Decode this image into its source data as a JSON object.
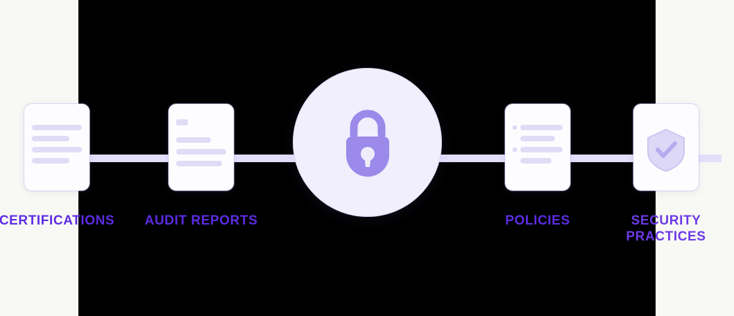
{
  "graphic": {
    "type": "trust-center-flow-diagram",
    "background_color": "#000000",
    "panel_color": "#f8f8f4",
    "accent_color": "#5c2ce4",
    "connector_color": "#e3dffa",
    "card_color": "#fdfdff",
    "line_color": "#e0dcf6",
    "hub_fill": "#f1effc",
    "hub_border": "#ded8f7",
    "lock_color": "#9b8aea"
  },
  "nodes": [
    {
      "id": "certifications",
      "icon": "document-lines-icon",
      "label": "CERTIFICATIONS"
    },
    {
      "id": "audit-reports",
      "icon": "document-report-icon",
      "label": "AUDIT REPORTS"
    },
    {
      "id": "hub",
      "icon": "padlock-icon",
      "label": ""
    },
    {
      "id": "policies",
      "icon": "document-checklist-icon",
      "label": "POLICIES"
    },
    {
      "id": "security-practices",
      "icon": "document-shield-check-icon",
      "label": "SECURITY\nPRACTICES"
    }
  ],
  "connectors": [
    {
      "from": "panel-left",
      "to": "certifications"
    },
    {
      "from": "certifications",
      "to": "audit-reports"
    },
    {
      "from": "audit-reports",
      "to": "hub"
    },
    {
      "from": "hub",
      "to": "policies"
    },
    {
      "from": "policies",
      "to": "security-practices"
    },
    {
      "from": "security-practices",
      "to": "panel-right"
    }
  ]
}
